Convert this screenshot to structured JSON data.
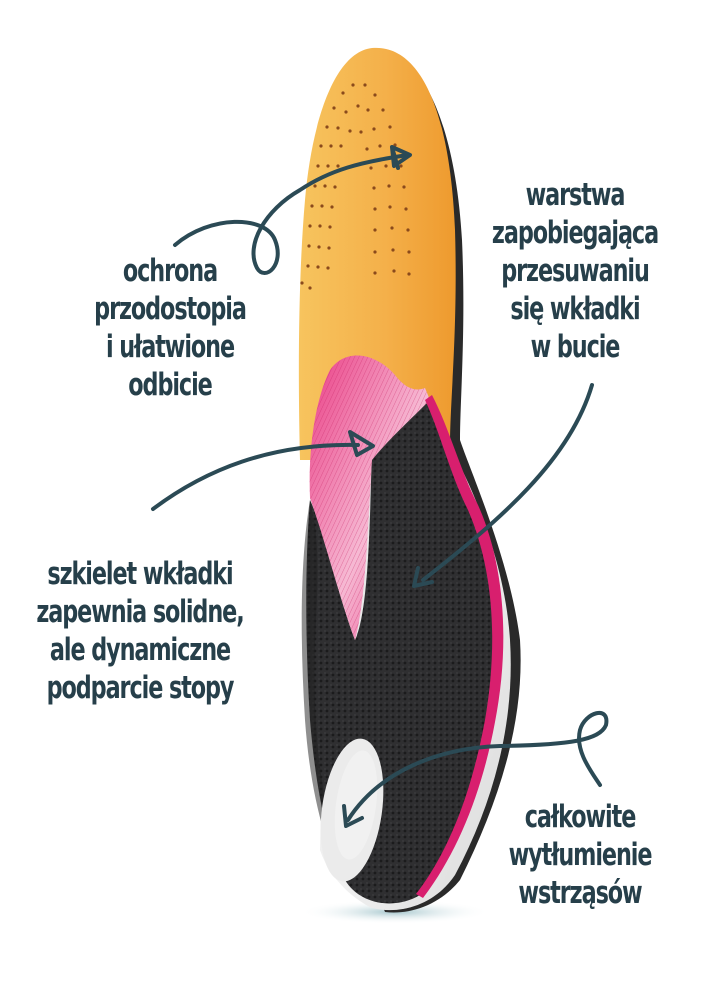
{
  "image": {
    "subject": "orthopedic insole with annotated features",
    "background_color": "#ffffff"
  },
  "colors": {
    "label_text": "#263f4a",
    "arrow": "#2b4a55",
    "top_layer_orange": "#f2a93a",
    "top_layer_orange_light": "#f7c45e",
    "perforation_dots": "#8a4a1c",
    "pink_mesh": "#e8367f",
    "pink_highlight": "#f7c3da",
    "black_shell": "#2c2c2e",
    "pink_rim": "#d61f6e",
    "white_base": "#e6e6e6",
    "heel_pad": "#ececec",
    "shadow": "#b7d3d8"
  },
  "callouts": [
    {
      "id": "forefoot",
      "lines": [
        "ochrona",
        "przodostopia",
        "i ułatwione",
        "odbicie"
      ]
    },
    {
      "id": "antislip",
      "lines": [
        "warstwa",
        "zapobiegająca",
        "przesuwaniu",
        "się wkładki",
        "w bucie"
      ]
    },
    {
      "id": "skeleton",
      "lines": [
        "szkielet wkładki",
        "zapewnia solidne,",
        "ale dynamiczne",
        "podparcie stopy"
      ]
    },
    {
      "id": "shock",
      "lines": [
        "całkowite",
        "wytłumienie",
        "wstrząsów"
      ]
    }
  ]
}
